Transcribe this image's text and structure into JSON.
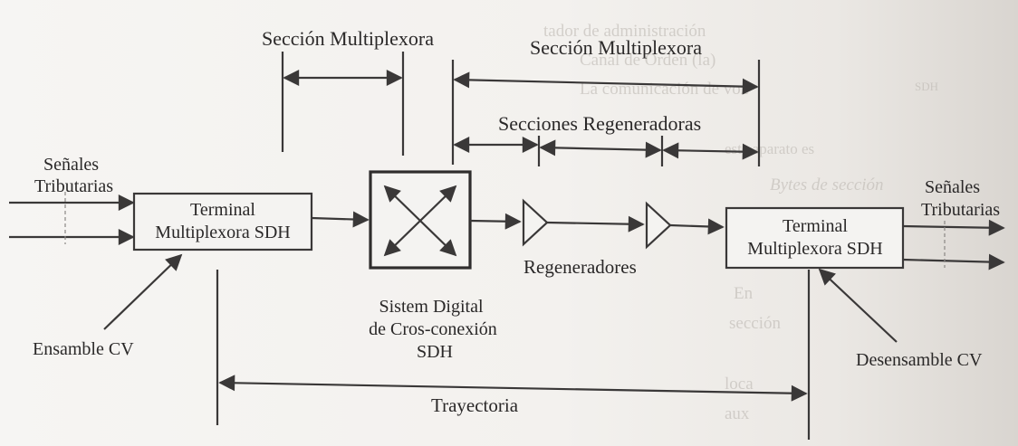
{
  "diagram": {
    "seccion_multiplexora_left": "Sección Multiplexora",
    "seccion_multiplexora_right": "Sección Multiplexora",
    "secciones_regeneradoras": "Secciones Regeneradoras",
    "senales_tributarias_left": [
      "Señales",
      "Tributarias"
    ],
    "senales_tributarias_right": [
      "Señales",
      "Tributarias"
    ],
    "terminal_left": [
      "Terminal",
      "Multiplexora SDH"
    ],
    "terminal_right": [
      "Terminal",
      "Multiplexora SDH"
    ],
    "cross_connect": [
      "Sistem Digital",
      "de Cros-conexión",
      "SDH"
    ],
    "regeneradores": "Regeneradores",
    "ensamble": "Ensamble CV",
    "desensamble": "Desensamble CV",
    "trayectoria": "Trayectoria"
  },
  "colors": {
    "ink": "#2a2828",
    "paper": "#f4f2ef"
  },
  "background_bleed_text": [
    "tador de administración",
    "Canal de Órden (la)",
    "La comunicación de voz",
    "este aparato es",
    "SDH",
    "Bytes de sección",
    "En",
    "sección",
    "loca",
    "aux"
  ]
}
